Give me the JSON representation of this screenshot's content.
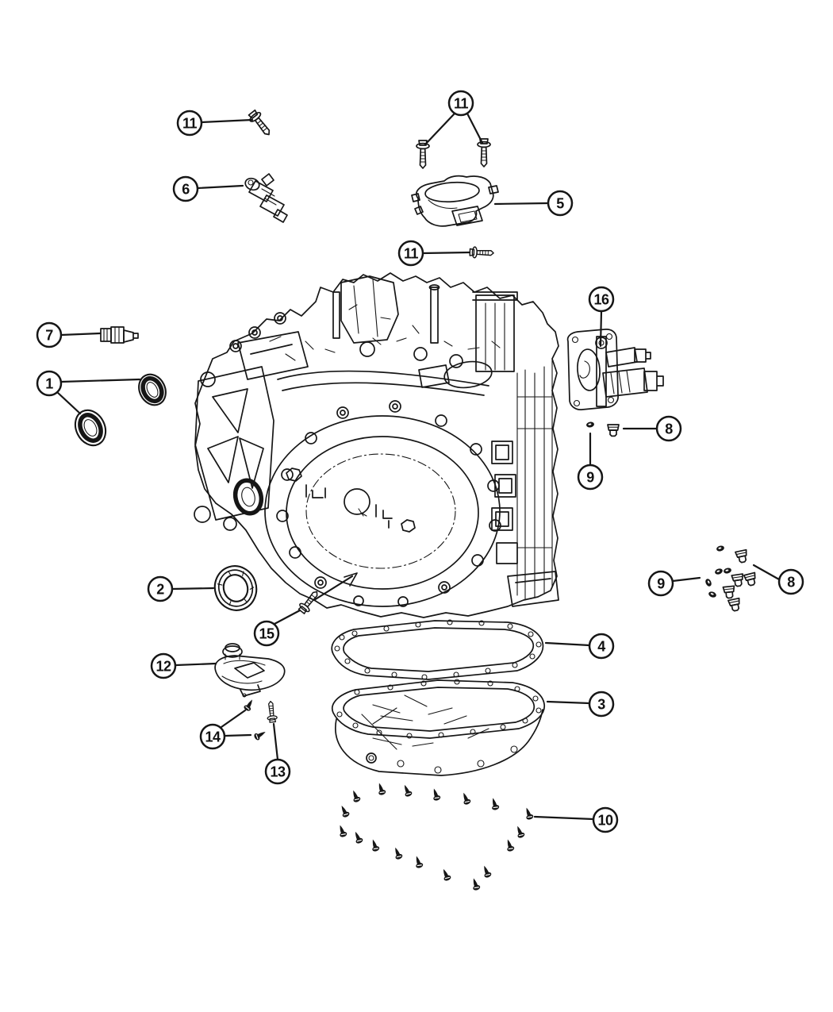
{
  "diagram": {
    "type": "exploded-parts-diagram",
    "subject": "transaxle-assembly",
    "colors": {
      "background": "#ffffff",
      "line": "#161616"
    },
    "callouts": [
      {
        "label": "11",
        "target": "flange-bolt"
      },
      {
        "label": "6",
        "target": "speed-sensor"
      },
      {
        "label": "11",
        "target": "flange-bolt-pair"
      },
      {
        "label": "5",
        "target": "solenoid-module"
      },
      {
        "label": "11",
        "target": "flange-bolt"
      },
      {
        "label": "16",
        "target": "sensor-adapter-plate"
      },
      {
        "label": "7",
        "target": "pressure-sensor"
      },
      {
        "label": "1",
        "target": "seal-ring-pair"
      },
      {
        "label": "8",
        "target": "plug"
      },
      {
        "label": "9",
        "target": "seal-washer"
      },
      {
        "label": "2",
        "target": "seal-ring"
      },
      {
        "label": "9",
        "target": "seal-washer-set"
      },
      {
        "label": "8",
        "target": "plug-set"
      },
      {
        "label": "15",
        "target": "case-bolt"
      },
      {
        "label": "12",
        "target": "oil-filter"
      },
      {
        "label": "4",
        "target": "pan-gasket"
      },
      {
        "label": "3",
        "target": "oil-pan"
      },
      {
        "label": "14",
        "target": "screw-pair"
      },
      {
        "label": "13",
        "target": "screw"
      },
      {
        "label": "10",
        "target": "pan-screw-set"
      }
    ]
  }
}
